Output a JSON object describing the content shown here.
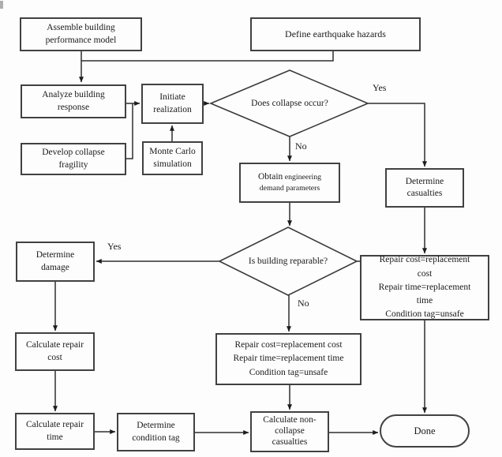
{
  "diagram": {
    "type": "flowchart",
    "subject": "Seismic performance assessment procedure (loss-analysis realization workflow)"
  },
  "colors": {
    "background": "#fdfdfd",
    "box_border": "#414141",
    "line": "#2e2e2e",
    "text": "#1a1a1a"
  },
  "nodes": {
    "assemble": {
      "lines": [
        "Assemble building",
        "performance model"
      ]
    },
    "define": {
      "label": "Define earthquake hazards"
    },
    "analyze": {
      "lines": [
        "Analyze building",
        "response"
      ]
    },
    "initiate": {
      "lines": [
        "Initiate",
        "realization"
      ]
    },
    "develop": {
      "lines": [
        "Develop collapse",
        "fragility"
      ]
    },
    "monte": {
      "lines": [
        "Monte Carlo",
        "simulation"
      ]
    },
    "collapse_decision": {
      "label": "Does collapse occur?"
    },
    "obtain": {
      "line1_large": "Obtain",
      "line1_small": " engineering",
      "line2": "demand parameters"
    },
    "casualties": {
      "lines": [
        "Determine",
        "casualties"
      ]
    },
    "reparable_decision": {
      "label": "Is building reparable?"
    },
    "damage": {
      "lines": [
        "Determine",
        "damage"
      ]
    },
    "repair_unsafe_right": {
      "lines": [
        "Repair cost=replacement",
        "cost",
        "Repair time=replacement",
        "time",
        "Condition tag=unsafe"
      ]
    },
    "repair_unsafe_mid": {
      "lines": [
        "Repair cost=replacement cost",
        "Repair time=replacement time",
        "Condition tag=unsafe"
      ]
    },
    "repair_cost": {
      "lines": [
        "Calculate repair",
        "cost"
      ]
    },
    "repair_time": {
      "lines": [
        "Calculate repair",
        "time"
      ]
    },
    "condition_tag": {
      "lines": [
        "Determine",
        "condition tag"
      ]
    },
    "non_collapse": {
      "lines": [
        "Calculate non-",
        "collapse",
        "casualties"
      ]
    },
    "done": {
      "label": "Done"
    }
  },
  "edge_labels": {
    "collapse_yes": "Yes",
    "collapse_no": "No",
    "reparable_yes": "Yes",
    "reparable_no": "No"
  },
  "edges": [
    {
      "from": "assemble",
      "to": "analyze",
      "label": ""
    },
    {
      "from": "define",
      "to": "analyze",
      "label": ""
    },
    {
      "from": "analyze",
      "to": "initiate",
      "label": ""
    },
    {
      "from": "develop",
      "to": "initiate",
      "label": ""
    },
    {
      "from": "monte",
      "to": "initiate",
      "label": ""
    },
    {
      "from": "initiate",
      "to": "collapse_decision",
      "label": ""
    },
    {
      "from": "collapse_decision",
      "to": "casualties",
      "label": "Yes"
    },
    {
      "from": "collapse_decision",
      "to": "obtain",
      "label": "No"
    },
    {
      "from": "obtain",
      "to": "reparable_decision",
      "label": ""
    },
    {
      "from": "reparable_decision",
      "to": "damage",
      "label": "Yes"
    },
    {
      "from": "reparable_decision",
      "to": "repair_unsafe_mid",
      "label": "No"
    },
    {
      "from": "casualties",
      "to": "repair_unsafe_right",
      "label": ""
    },
    {
      "from": "repair_unsafe_right",
      "to": "done",
      "label": ""
    },
    {
      "from": "repair_unsafe_mid",
      "to": "non_collapse",
      "label": ""
    },
    {
      "from": "damage",
      "to": "repair_cost",
      "label": ""
    },
    {
      "from": "repair_cost",
      "to": "repair_time",
      "label": ""
    },
    {
      "from": "repair_time",
      "to": "condition_tag",
      "label": ""
    },
    {
      "from": "condition_tag",
      "to": "non_collapse",
      "label": ""
    },
    {
      "from": "non_collapse",
      "to": "done",
      "label": ""
    }
  ]
}
